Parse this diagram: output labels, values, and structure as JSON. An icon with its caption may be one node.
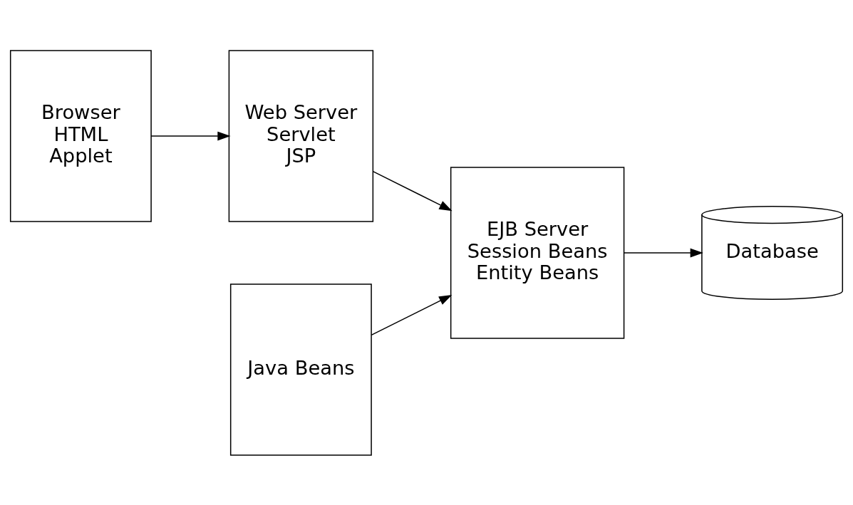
{
  "diagram": {
    "nodes": [
      {
        "text": [
          "Browser",
          "HTML",
          "Applet"
        ]
      },
      {
        "text": [
          "Web Server",
          "Servlet",
          "JSP"
        ]
      },
      {
        "text": [
          "EJB Server",
          "Session Beans",
          "Entity Beans"
        ]
      },
      {
        "text": [
          "Database"
        ]
      },
      {
        "text": [
          "Java Beans"
        ]
      }
    ],
    "edges": [
      {
        "from": 0,
        "to": 1,
        "arrow": "to"
      },
      {
        "from": 1,
        "to": 2,
        "arrow": "to"
      },
      {
        "from": 2,
        "to": 3,
        "arrow": "to"
      },
      {
        "from": 4,
        "to": 2,
        "arrow": "to"
      }
    ]
  }
}
